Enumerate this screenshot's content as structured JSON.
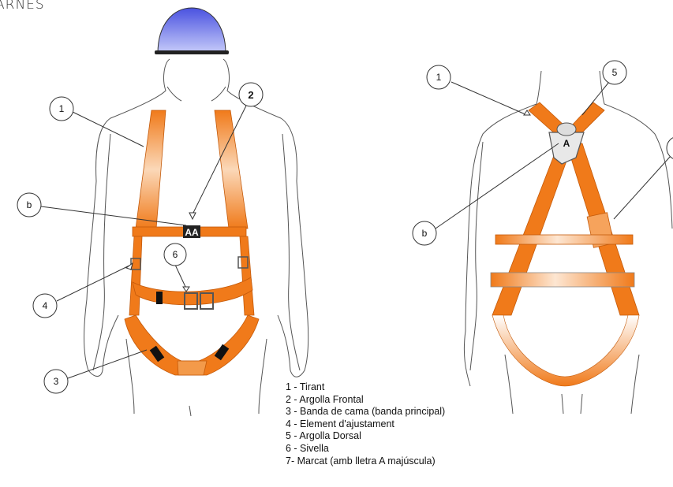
{
  "title": "ARNES",
  "callouts": {
    "front": [
      "1",
      "2",
      "b",
      "4",
      "6",
      "3"
    ],
    "back": [
      "1",
      "5",
      "b"
    ]
  },
  "marking_letter": "A",
  "legend": [
    "1 - Tirant",
    "2 - Argolla Frontal",
    "3 - Banda de cama (banda principal)",
    "4 - Element d'ajustament",
    "5 - Argolla Dorsal",
    "6 - Sivella",
    "7-  Marcat (amb lletra A majúscula)"
  ],
  "colors": {
    "strap": "#f07a1a",
    "strap_light": "#fbdcc0",
    "helmet": "#5a62e6",
    "outline": "#555555"
  }
}
